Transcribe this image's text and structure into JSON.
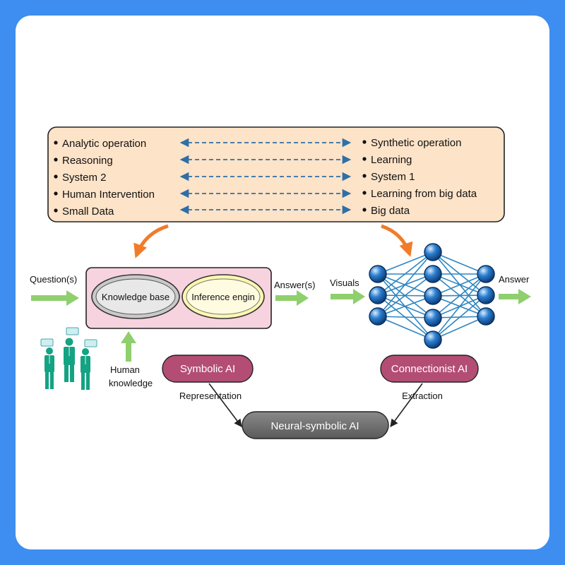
{
  "comparison": {
    "left_items": [
      "Analytic operation",
      "Reasoning",
      "System 2",
      "Human Intervention",
      "Small Data"
    ],
    "right_items": [
      "Synthetic operation",
      "Learning",
      "System 1",
      "Learning from big data",
      "Big data"
    ]
  },
  "symbolic": {
    "input_label": "Question(s)",
    "knowledge_base": "Knowledge base",
    "inference_engine": "Inference engin",
    "output_label": "Answer(s)",
    "human_knowledge_line1": "Human",
    "human_knowledge_line2": "knowledge",
    "title": "Symbolic AI"
  },
  "connectionist": {
    "input_label": "Visuals",
    "output_label": "Answer",
    "title": "Connectionist AI"
  },
  "merge": {
    "left_edge_label": "Representation",
    "right_edge_label": "Extraction",
    "title": "Neural-symbolic AI"
  },
  "colors": {
    "background": "#3d8ef0",
    "panel_fill": "#fde3c8",
    "kb_box_fill": "#f6d3de",
    "ai_badge_fill": "#b34d74",
    "merge_badge_fill": "#6e6e6e",
    "dashed_arrow": "#2f6fa6",
    "orange_arrow": "#f07c2a",
    "green_arrow": "#8fcf6d",
    "network_edge": "#2e86c1",
    "people_teal": "#14a383"
  },
  "icons": [
    "people-icon",
    "neural-network-icon",
    "speech-bubble-icon"
  ]
}
